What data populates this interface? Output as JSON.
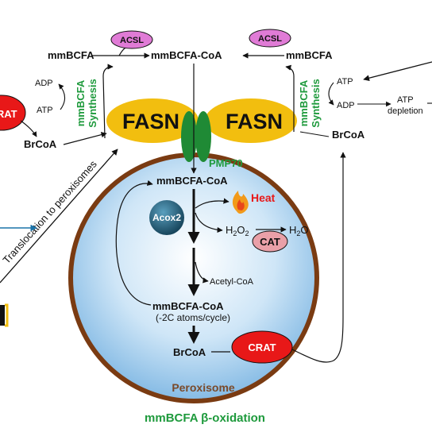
{
  "labels": {
    "mmbcfa_left": "mmBCFA",
    "mmbcfa_coa_top": "mmBCFA-CoA",
    "mmbcfa_right": "mmBCFA",
    "acsl_left": "ACSL",
    "acsl_right": "ACSL",
    "adp_left": "ADP",
    "atp_left": "ATP",
    "synthesis_left_1": "mmBCFA",
    "synthesis_left_2": "Synthesis",
    "crat_left": "CRAT",
    "brcoa_left": "BrCoA",
    "fasn_left": "FASN",
    "fasn_right": "FASN",
    "pmp70": "PMP70",
    "synthesis_right_1": "mmBCFA",
    "synthesis_right_2": "Synthesis",
    "atp_right": "ATP",
    "adp_right": "ADP",
    "atp_depletion_1": "ATP",
    "atp_depletion_2": "depletion",
    "brcoa_right": "BrCoA",
    "translocation": "Translocation to peroxisomes",
    "mmbcfa_coa_inner": "mmBCFA-CoA",
    "heat": "Heat",
    "acox2": "Acox2",
    "h2o2": "H2O2",
    "h2o": "H2O",
    "cat": "CAT",
    "acetyl_coa": "Acetyl-CoA",
    "mmbcfa_coa_lower": "mmBCFA-CoA",
    "minus_2c": "(-2C atoms/cycle)",
    "brcoa_inner": "BrCoA",
    "crat_inner": "CRAT",
    "peroxisome": "Peroxisome",
    "caption_prefix": "mmBCFA ",
    "caption_beta": "β",
    "caption_suffix": "-oxidation"
  },
  "colors": {
    "green": "#1e9a3c",
    "fasn_yellow": "#f2be0f",
    "acsl_pink": "#e07bd6",
    "crat_red": "#e81818",
    "peroxisome_border": "#7a3b12",
    "acox2_blue": "#1f5f7a",
    "cat_pink": "#e9a0a8",
    "arrow_blue": "#1a73a8"
  },
  "icons": {
    "heat": "flame-icon"
  }
}
